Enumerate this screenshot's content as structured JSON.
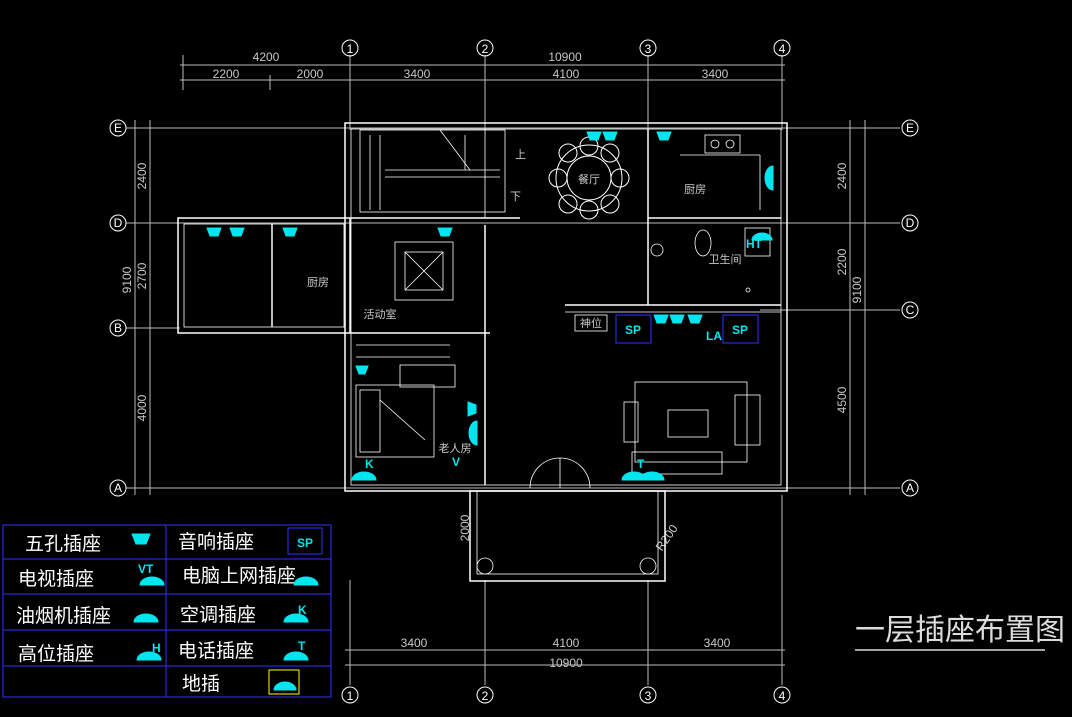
{
  "title": "一层插座布置图",
  "axes": {
    "vertical": [
      "1",
      "2",
      "3",
      "4"
    ],
    "horizontal": [
      "E",
      "D",
      "C",
      "B",
      "A"
    ]
  },
  "dimensions": {
    "top_total_left": "4200",
    "top_total_right": "10900",
    "top_segments": [
      "2200",
      "2000",
      "3400",
      "4100",
      "3400"
    ],
    "bottom_segments": [
      "3400",
      "4100",
      "3400"
    ],
    "bottom_total": "10900",
    "left_segments": [
      "2400",
      "2700",
      "4000"
    ],
    "left_total": "9100",
    "right_segments": [
      "2400",
      "2200",
      "4500"
    ],
    "right_total": "9100",
    "porch_depth": "2000",
    "porch_radius": "R200"
  },
  "rooms": {
    "dining": "餐厅",
    "kitchen_right": "厨房",
    "kitchen_left": "厨房",
    "bathroom": "卫生间",
    "activity": "活动室",
    "elderly": "老人房",
    "shrine": "神位",
    "stair_up": "上",
    "stair_down": "下"
  },
  "legend": [
    {
      "label": "五孔插座",
      "symbol": "five-hole"
    },
    {
      "label": "音响插座",
      "symbol": "SP"
    },
    {
      "label": "电视插座",
      "symbol": "VT"
    },
    {
      "label": "电脑上网插座",
      "symbol": "net"
    },
    {
      "label": "油烟机插座",
      "symbol": "hood"
    },
    {
      "label": "空调插座",
      "symbol": "K"
    },
    {
      "label": "高位插座",
      "symbol": "H"
    },
    {
      "label": "电话插座",
      "symbol": "T"
    },
    {
      "label": "",
      "symbol": ""
    },
    {
      "label": "地插",
      "symbol": "floor"
    }
  ],
  "symbol_labels": {
    "sp": "SP",
    "vt": "VT",
    "k": "K",
    "h": "H",
    "t": "T",
    "la": "LA",
    "ht": "HT",
    "v": "V"
  },
  "colors": {
    "background": "#000000",
    "wall": "#ffffff",
    "dimension": "#c8c8c8",
    "socket": "#00e5ee",
    "legend_frame": "#3030ff",
    "floor_socket_frame": "#ffff00"
  }
}
